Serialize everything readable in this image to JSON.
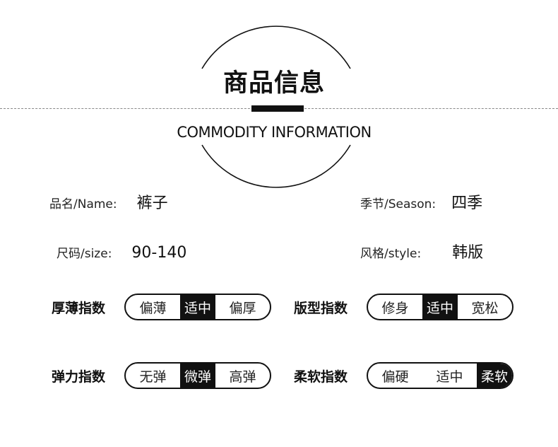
{
  "header": {
    "title_cn": "商品信息",
    "title_en": "COMMODITY INFORMATION"
  },
  "info": {
    "name_label": "品名/Name:",
    "name_value": "裤子",
    "season_label": "季节/Season:",
    "season_value": "四季",
    "size_label": "尺码/size:",
    "size_value": "90-140",
    "style_label": "风格/style:",
    "style_value": "韩版"
  },
  "ratings": {
    "thickness": {
      "label": "厚薄指数",
      "options": [
        "偏薄",
        "适中",
        "偏厚"
      ],
      "selected": 1
    },
    "fit": {
      "label": "版型指数",
      "options": [
        "修身",
        "适中",
        "宽松"
      ],
      "selected": 1
    },
    "elasticity": {
      "label": "弹力指数",
      "options": [
        "无弹",
        "微弹",
        "高弹"
      ],
      "selected": 1
    },
    "softness": {
      "label": "柔软指数",
      "options": [
        "偏硬",
        "适中",
        "柔软"
      ],
      "selected": 2
    }
  },
  "colors": {
    "ink": "#111111",
    "background": "#ffffff",
    "selected_text": "#ffffff"
  }
}
